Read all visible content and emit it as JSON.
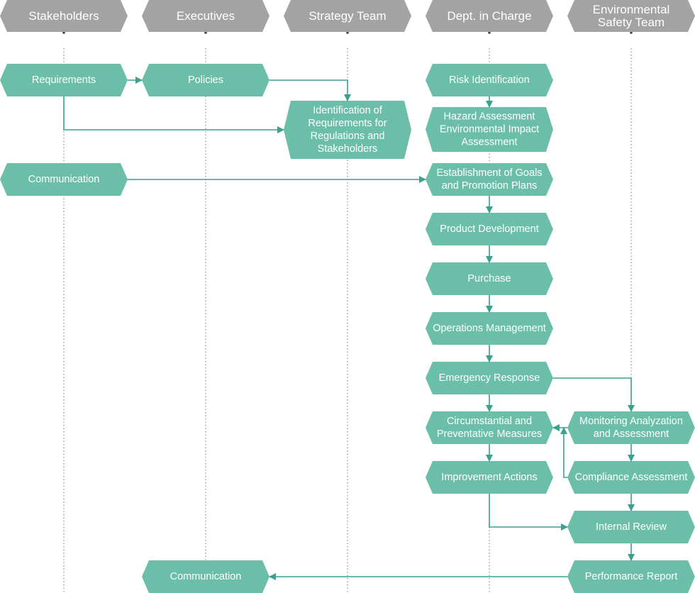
{
  "colors": {
    "header_fill": "#a3a3a3",
    "node_fill": "#6bbfa8",
    "line": "#3aa090",
    "lane_divider": "#777777",
    "text": "#ffffff"
  },
  "lanes": [
    {
      "id": "stakeholders",
      "lines": [
        "Stakeholders"
      ]
    },
    {
      "id": "executives",
      "lines": [
        "Executives"
      ]
    },
    {
      "id": "strategy-team",
      "lines": [
        "Strategy Team"
      ]
    },
    {
      "id": "dept-in-charge",
      "lines": [
        "Dept. in Charge"
      ]
    },
    {
      "id": "environmental-safety-team",
      "lines": [
        "Environmental",
        "Safety Team"
      ]
    }
  ],
  "nodes": [
    {
      "id": "requirements",
      "lane": "stakeholders",
      "lines": [
        "Requirements"
      ]
    },
    {
      "id": "policies",
      "lane": "executives",
      "lines": [
        "Policies"
      ]
    },
    {
      "id": "identification-of-requirements",
      "lane": "strategy-team",
      "lines": [
        "Identification of",
        "Requirements for",
        "Regulations and",
        "Stakeholders"
      ]
    },
    {
      "id": "communication-stakeholders",
      "lane": "stakeholders",
      "lines": [
        "Communication"
      ]
    },
    {
      "id": "risk-identification",
      "lane": "dept-in-charge",
      "lines": [
        "Risk Identification"
      ]
    },
    {
      "id": "hazard-assessment",
      "lane": "dept-in-charge",
      "lines": [
        "Hazard Assessment",
        "Environmental Impact",
        "Assessment"
      ]
    },
    {
      "id": "establishment-of-goals",
      "lane": "dept-in-charge",
      "lines": [
        "Establishment of Goals",
        "and Promotion Plans"
      ]
    },
    {
      "id": "product-development",
      "lane": "dept-in-charge",
      "lines": [
        "Product Development"
      ]
    },
    {
      "id": "purchase",
      "lane": "dept-in-charge",
      "lines": [
        "Purchase"
      ]
    },
    {
      "id": "operations-management",
      "lane": "dept-in-charge",
      "lines": [
        "Operations Management"
      ]
    },
    {
      "id": "emergency-response",
      "lane": "dept-in-charge",
      "lines": [
        "Emergency Response"
      ]
    },
    {
      "id": "circumstantial-measures",
      "lane": "dept-in-charge",
      "lines": [
        "Circumstantial and",
        "Preventative Measures"
      ]
    },
    {
      "id": "improvement-actions",
      "lane": "dept-in-charge",
      "lines": [
        "Improvement Actions"
      ]
    },
    {
      "id": "monitoring-analyzation",
      "lane": "environmental-safety-team",
      "lines": [
        "Monitoring Analyzation",
        "and Assessment"
      ]
    },
    {
      "id": "compliance-assessment",
      "lane": "environmental-safety-team",
      "lines": [
        "Compliance Assessment"
      ]
    },
    {
      "id": "internal-review",
      "lane": "environmental-safety-team",
      "lines": [
        "Internal Review"
      ]
    },
    {
      "id": "performance-report",
      "lane": "environmental-safety-team",
      "lines": [
        "Performance Report"
      ]
    },
    {
      "id": "communication-executives",
      "lane": "executives",
      "lines": [
        "Communication"
      ]
    }
  ],
  "edges": [
    {
      "from": "requirements",
      "to": "policies"
    },
    {
      "from": "policies",
      "to": "identification-of-requirements"
    },
    {
      "from": "requirements",
      "to": "identification-of-requirements"
    },
    {
      "from": "communication-stakeholders",
      "to": "establishment-of-goals",
      "bidirectional": true
    },
    {
      "from": "risk-identification",
      "to": "hazard-assessment"
    },
    {
      "from": "establishment-of-goals",
      "to": "product-development"
    },
    {
      "from": "product-development",
      "to": "purchase"
    },
    {
      "from": "purchase",
      "to": "operations-management"
    },
    {
      "from": "operations-management",
      "to": "emergency-response"
    },
    {
      "from": "emergency-response",
      "to": "circumstantial-measures"
    },
    {
      "from": "emergency-response",
      "to": "monitoring-analyzation"
    },
    {
      "from": "circumstantial-measures",
      "to": "improvement-actions"
    },
    {
      "from": "monitoring-analyzation",
      "to": "circumstantial-measures"
    },
    {
      "from": "monitoring-analyzation",
      "to": "compliance-assessment"
    },
    {
      "from": "compliance-assessment",
      "to": "circumstantial-measures"
    },
    {
      "from": "compliance-assessment",
      "to": "internal-review"
    },
    {
      "from": "improvement-actions",
      "to": "internal-review"
    },
    {
      "from": "internal-review",
      "to": "performance-report"
    },
    {
      "from": "performance-report",
      "to": "communication-executives"
    }
  ]
}
